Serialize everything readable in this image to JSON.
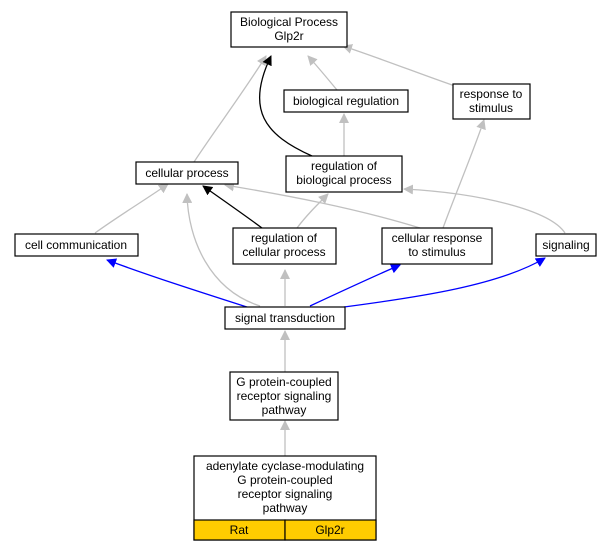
{
  "colors": {
    "edge_is_a": "#c0c0c0",
    "edge_part_of": "#000000",
    "edge_regulates": "#0000ff",
    "annotation_fill": "#ffcc00"
  },
  "nodes": {
    "bp": {
      "lines": [
        "Biological Process",
        "Glp2r"
      ]
    },
    "br": {
      "lines": [
        "biological regulation"
      ]
    },
    "rts": {
      "lines": [
        "response to",
        "stimulus"
      ]
    },
    "cp": {
      "lines": [
        "cellular process"
      ]
    },
    "rbp": {
      "lines": [
        "regulation of",
        "biological process"
      ]
    },
    "cc": {
      "lines": [
        "cell communication"
      ]
    },
    "rcp": {
      "lines": [
        "regulation of",
        "cellular process"
      ]
    },
    "crs": {
      "lines": [
        "cellular response",
        "to stimulus"
      ]
    },
    "sig": {
      "lines": [
        "signaling"
      ]
    },
    "st": {
      "lines": [
        "signal transduction"
      ]
    },
    "gpcr": {
      "lines": [
        "G protein-coupled",
        "receptor signaling",
        "pathway"
      ]
    },
    "acm": {
      "lines": [
        "adenylate cyclase-modulating",
        "G protein-coupled",
        "receptor signaling",
        "pathway"
      ]
    }
  },
  "annotation": {
    "species": "Rat",
    "gene": "Glp2r"
  }
}
